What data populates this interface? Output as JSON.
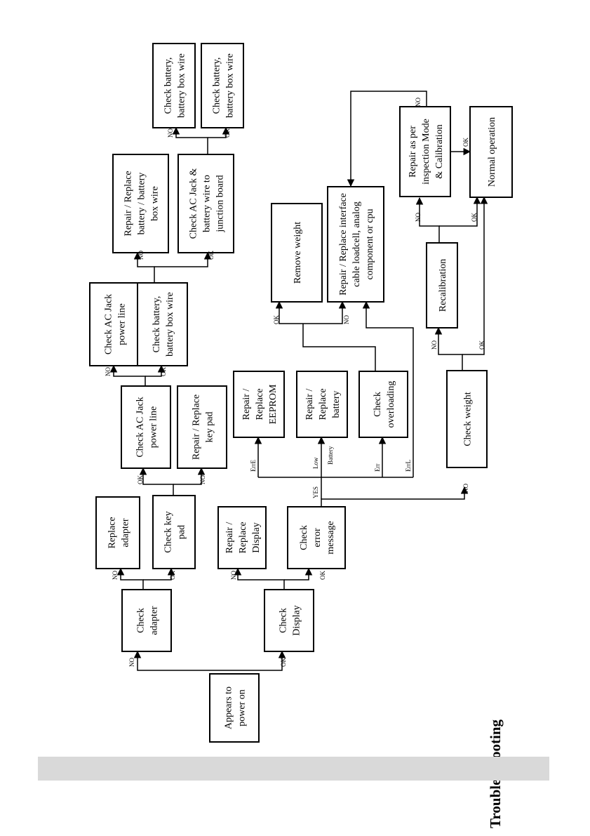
{
  "diagram": {
    "title": "Trouble Shooting",
    "nodes": [
      {
        "id": "appears_power_on",
        "lines": [
          "Appears to",
          "power on"
        ]
      },
      {
        "id": "check_adapter",
        "lines": [
          "Check",
          "adapter"
        ]
      },
      {
        "id": "check_display",
        "lines": [
          "Check",
          "Display"
        ]
      },
      {
        "id": "replace_adapter",
        "lines": [
          "Replace",
          "adapter"
        ]
      },
      {
        "id": "check_key_pad",
        "lines": [
          "Check key",
          "pad"
        ]
      },
      {
        "id": "repair_replace_display",
        "lines": [
          "Repair /",
          "Replace",
          "Display"
        ]
      },
      {
        "id": "check_error_message",
        "lines": [
          "Check",
          "error",
          "message"
        ]
      },
      {
        "id": "check_ac_jack_power_line",
        "lines": [
          "Check AC Jack",
          "power line"
        ]
      },
      {
        "id": "repair_replace_key_pad",
        "lines": [
          "Repair / Replace",
          "key pad"
        ]
      },
      {
        "id": "check_ac_jack_power_line_2",
        "lines": [
          "Check AC Jack",
          "power line"
        ]
      },
      {
        "id": "check_battery_box_wire",
        "lines": [
          "Check battery,",
          "battery box wire"
        ]
      },
      {
        "id": "repair_replace_battery",
        "lines": [
          "Repair / Replace",
          "battery / battery",
          "box wire"
        ]
      },
      {
        "id": "check_ac_jack_battery_wire",
        "lines": [
          "Check AC Jack &",
          "battery wire to",
          "junction board"
        ]
      },
      {
        "id": "check_battery_box_wire_2",
        "lines": [
          "Check battery,",
          "battery box wire"
        ]
      },
      {
        "id": "check_battery_box_wire_3",
        "lines": [
          "Check battery,",
          "battery box wire"
        ]
      },
      {
        "id": "repair_replace_eeprom",
        "lines": [
          "Repair /",
          "Replace",
          "EEPROM"
        ]
      },
      {
        "id": "repair_replace_battery_2",
        "lines": [
          "Repair /",
          "Replace",
          "battery"
        ]
      },
      {
        "id": "check_overloading",
        "lines": [
          "Check",
          "overloading"
        ]
      },
      {
        "id": "remove_weight",
        "lines": [
          "Remove weight"
        ]
      },
      {
        "id": "repair_replace_interface",
        "lines": [
          "Repair / Replace interface",
          "cable loadcell, analog",
          "component or cpu"
        ]
      },
      {
        "id": "check_weight",
        "lines": [
          "Check weight"
        ]
      },
      {
        "id": "recalibration",
        "lines": [
          "Recalibration"
        ]
      },
      {
        "id": "repair_inspection_mode",
        "lines": [
          "Repair as per",
          "inspection Mode",
          "& Calibration"
        ]
      },
      {
        "id": "normal_operation",
        "lines": [
          "Normal operation"
        ]
      }
    ],
    "edge_labels": {
      "no": "NO",
      "ok": "OK",
      "yes": "YES",
      "erre": "ErrE",
      "low": "Low",
      "battery": "Battery",
      "err": "Err",
      "errl": "ErrL"
    }
  }
}
